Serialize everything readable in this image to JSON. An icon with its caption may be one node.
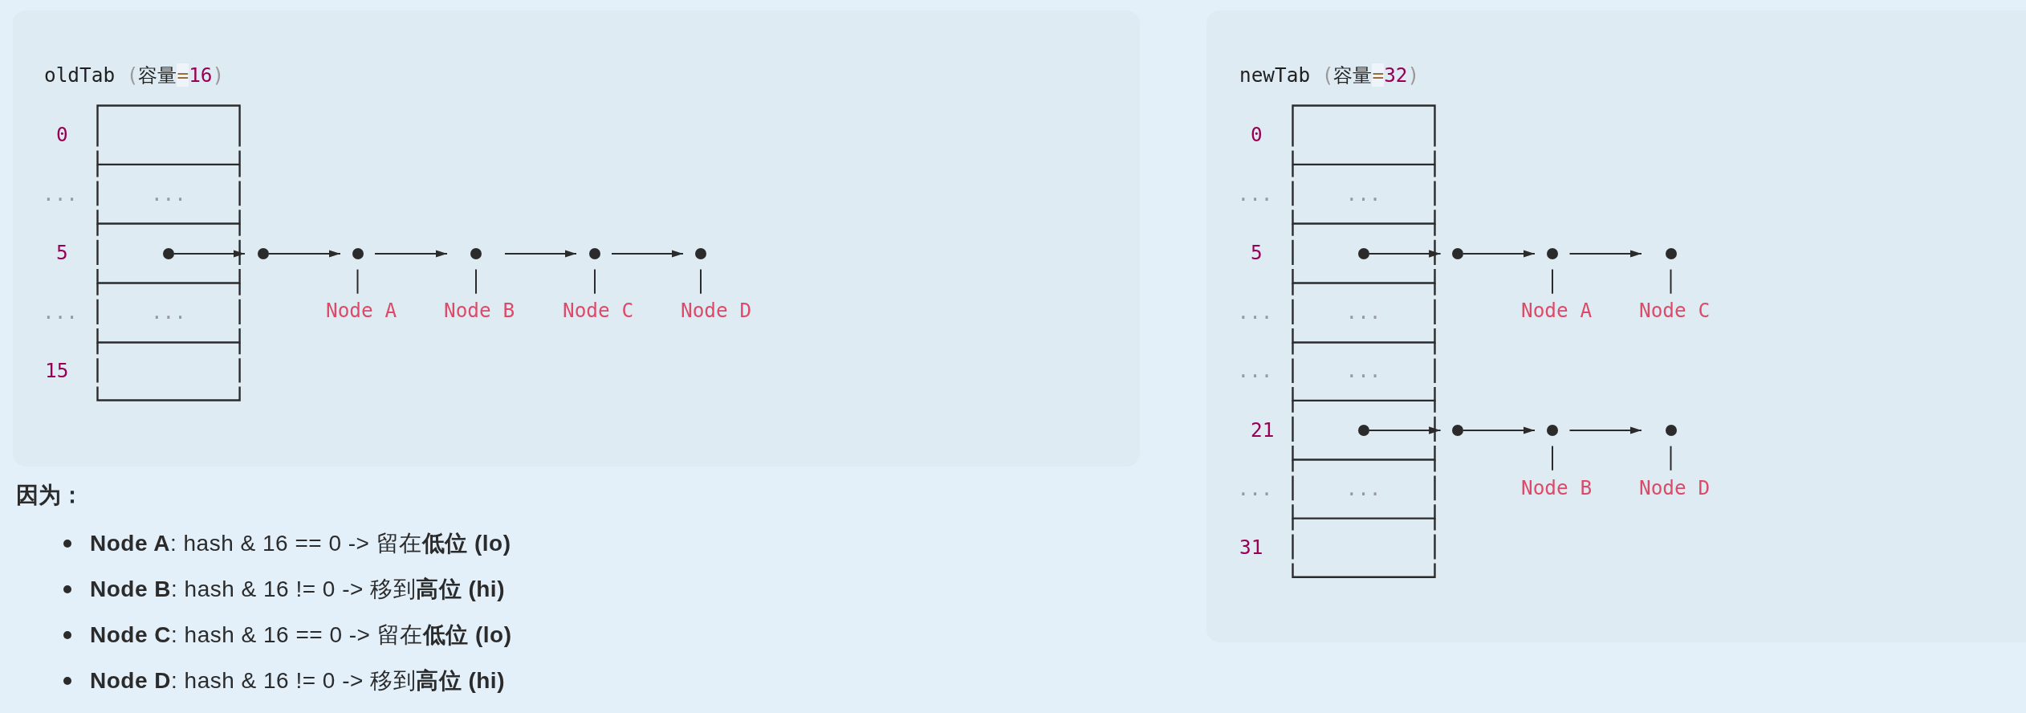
{
  "diagram": {
    "nodes": [
      {
        "text": [
          "oldTab (容量=16)"
        ]
      },
      {
        "text": [],
        "shape": "box",
        "in": 0,
        "beside": [
          "0"
        ]
      },
      {
        "text": [
          "..."
        ],
        "in": 0,
        "beside": [
          "..."
        ]
      },
      {
        "text": [],
        "shape": "box",
        "in": 0,
        "beside": [
          "5"
        ]
      },
      {
        "text": [
          "..."
        ],
        "in": 0,
        "beside": [
          "..."
        ]
      },
      {
        "text": [],
        "shape": "box",
        "in": 0,
        "beside": [
          "15"
        ]
      },
      {
        "text": [],
        "shape": "circle",
        "in": 3
      },
      {
        "text": [],
        "shape": "circle",
        "in": 0
      },
      {
        "text": [],
        "shape": "circle",
        "in": 0
      },
      {
        "text": [],
        "shape": "circle",
        "in": 0
      },
      {
        "text": [],
        "shape": "circle",
        "in": 0
      },
      {
        "text": [],
        "shape": "circle",
        "in": 0
      },
      {
        "text": [
          "Node A"
        ],
        "in": 0
      },
      {
        "text": [
          "Node B"
        ],
        "in": 0
      },
      {
        "text": [
          "Node C"
        ],
        "in": 0
      },
      {
        "text": [
          "Node D"
        ],
        "in": 0
      },
      {
        "text": [
          "newTab (容量=32)"
        ]
      },
      {
        "text": [],
        "shape": "box",
        "in": 16,
        "beside": [
          "0"
        ]
      },
      {
        "text": [
          "..."
        ],
        "in": 16,
        "beside": [
          "..."
        ]
      },
      {
        "text": [],
        "shape": "box",
        "in": 16,
        "beside": [
          "5"
        ]
      },
      {
        "text": [
          "..."
        ],
        "in": 16,
        "beside": [
          "..."
        ]
      },
      {
        "text": [
          "..."
        ],
        "in": 16,
        "beside": [
          "..."
        ]
      },
      {
        "text": [],
        "shape": "box",
        "in": 16,
        "beside": [
          "21"
        ]
      },
      {
        "text": [
          "..."
        ],
        "in": 16,
        "beside": [
          "..."
        ]
      },
      {
        "text": [],
        "shape": "box",
        "in": 16,
        "beside": [
          "31"
        ]
      },
      {
        "text": [],
        "shape": "circle",
        "in": 19
      },
      {
        "text": [],
        "shape": "circle",
        "in": 16
      },
      {
        "text": [],
        "shape": "circle",
        "in": 16
      },
      {
        "text": [],
        "shape": "circle",
        "in": 16
      },
      {
        "text": [],
        "shape": "circle",
        "in": 22
      },
      {
        "text": [],
        "shape": "circle",
        "in": 16
      },
      {
        "text": [],
        "shape": "circle",
        "in": 16
      },
      {
        "text": [],
        "shape": "circle",
        "in": 16
      },
      {
        "text": [
          "Node A"
        ],
        "in": 16
      },
      {
        "text": [
          "Node C"
        ],
        "in": 16
      },
      {
        "text": [
          "Node B"
        ],
        "in": 16
      },
      {
        "text": [
          "Node D"
        ],
        "in": 16
      }
    ],
    "edges": [
      {
        "from": 6,
        "to": 7,
        "arrow": "to"
      },
      {
        "from": 7,
        "to": 8,
        "arrow": "to"
      },
      {
        "from": 8,
        "to": 9,
        "arrow": "to"
      },
      {
        "from": 9,
        "to": 10,
        "arrow": "to"
      },
      {
        "from": 10,
        "to": 11,
        "arrow": "to"
      },
      {
        "from": 12,
        "to": 8,
        "arrow": "none"
      },
      {
        "from": 13,
        "to": 9,
        "arrow": "none"
      },
      {
        "from": 14,
        "to": 10,
        "arrow": "none"
      },
      {
        "from": 15,
        "to": 11,
        "arrow": "none"
      },
      {
        "from": 25,
        "to": 26,
        "arrow": "to"
      },
      {
        "from": 26,
        "to": 27,
        "arrow": "to"
      },
      {
        "from": 27,
        "to": 28,
        "arrow": "to"
      },
      {
        "from": 29,
        "to": 30,
        "arrow": "to"
      },
      {
        "from": 30,
        "to": 31,
        "arrow": "to"
      },
      {
        "from": 31,
        "to": 32,
        "arrow": "to"
      },
      {
        "from": 33,
        "to": 27,
        "arrow": "none"
      },
      {
        "from": 34,
        "to": 28,
        "arrow": "none"
      },
      {
        "from": 35,
        "to": 31,
        "arrow": "none"
      },
      {
        "from": 36,
        "to": 32,
        "arrow": "none"
      }
    ],
    "labels": [
      "因为：",
      "**Node A**: hash & 16 == 0 -> 留在**低位 (lo)**",
      "**Node B**: hash & 16 != 0 -> 移到**高位 (hi)**",
      "**Node C**: hash & 16 == 0 -> 留在**低位 (lo)**",
      "**Node D**: hash & 16 != 0 -> 移到**高位 (hi)**"
    ]
  }
}
